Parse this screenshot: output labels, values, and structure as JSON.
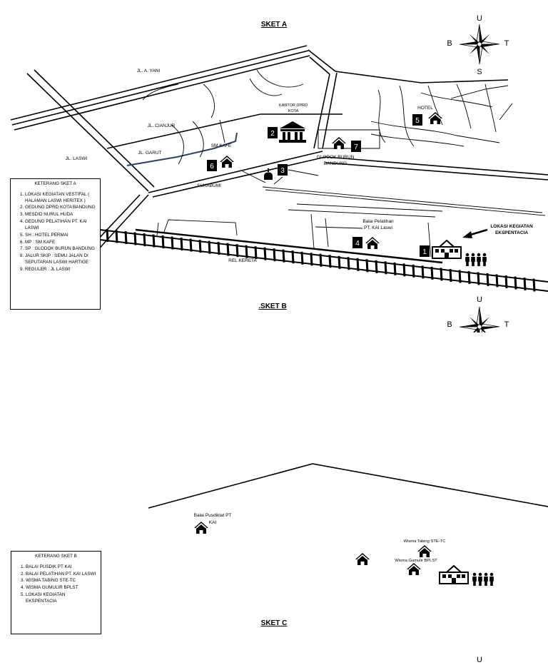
{
  "sketch_a": {
    "title": "SKET A",
    "compass": {
      "north": "U",
      "south": "S",
      "west": "B",
      "east": "T"
    },
    "streets": {
      "jl_a_yani": "JL. A. YANI",
      "jl_cianjur": "JL. CIANJUR",
      "jl_garut": "JL. GARUT",
      "jl_laswi": "JL. LASWI",
      "sukabumi": "SUKABUMI",
      "rel_kereta": "REL KERETA"
    },
    "places": {
      "kantor_dprd_line1": "KANTOR DPRD",
      "kantor_dprd_line2": "KOTA",
      "hotel": "HOTEL",
      "sm_kafe": "SM KAFE",
      "glodok_line1": "GLODOK BURUN",
      "glodok_line2": "BANDUNG",
      "balai_line1": "Balai Pelatihan",
      "balai_line2": "PT. KAI Laswi",
      "lokasi_line1": "LOKASI KEGIATAN",
      "lokasi_line2": "EKSPENTACIA"
    },
    "markers": [
      "1",
      "2",
      "3",
      "4",
      "5",
      "6",
      "7"
    ],
    "legend": {
      "title": "KETERANG SKET A",
      "items": [
        "LOKASI KEGIATAN VESTIFAL ( HALAMAN LASWI HERITEX )",
        "GEDUNG DPRD KOTA BANDUNG",
        "MESDID NURUL HUDA",
        "GEDUNG PELATIHAN PT. KAI LASWI",
        "SH : HOTEL PERMAI",
        "MP : SM KAFE",
        "SP : GLODOK BURUN BANDUNG",
        "JALUR SKIP : SEMU JALAN DI SEPUTARAN LASWI HARTIGE",
        "REGULER : JL LASWI"
      ]
    }
  },
  "sketch_b": {
    "title": ".SKET B",
    "compass": {
      "north": "U",
      "west": "B",
      "east": "T"
    },
    "places": {
      "balai_pusdiklat_line1": "Balai Pusdiklat PT",
      "balai_pusdiklat_line2": "KAI",
      "wisma_tabing": "Wisma Tabing STE-TC",
      "wisma_gumulir": "Wisma Gumulir BPLST"
    },
    "legend": {
      "title": "KETERANG SKET B",
      "items": [
        "BALAI PUSDIK PT KAI",
        "BALAI PELATIHAN PT. KAI LASWI",
        "WISMA TABING STE-TC",
        "WISMA GUMULIR BPLST",
        "LOKASI KEGIATAN EKSPENTACIA"
      ]
    }
  },
  "sketch_c": {
    "title": "SKET C",
    "compass": {
      "north": "U"
    }
  }
}
